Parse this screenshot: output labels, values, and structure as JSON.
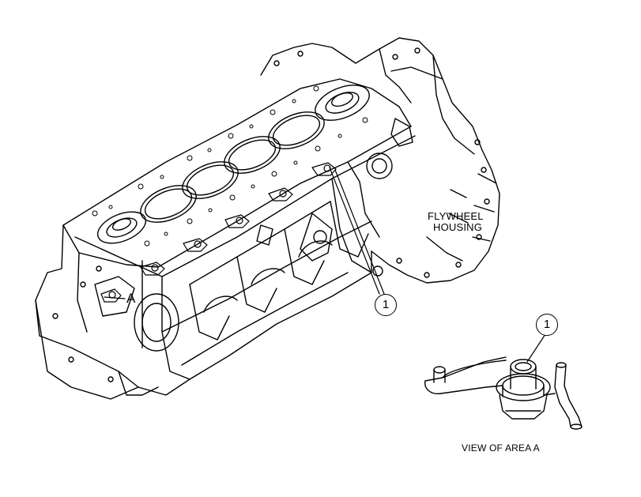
{
  "labels": {
    "flywheel_line1": "FLYWHEEL",
    "flywheel_line2": "HOUSING",
    "area_marker": "A",
    "view_caption": "VIEW OF AREA  A"
  },
  "callouts": [
    "1",
    "1"
  ],
  "colors": {
    "line": "#000000",
    "background": "#ffffff"
  }
}
